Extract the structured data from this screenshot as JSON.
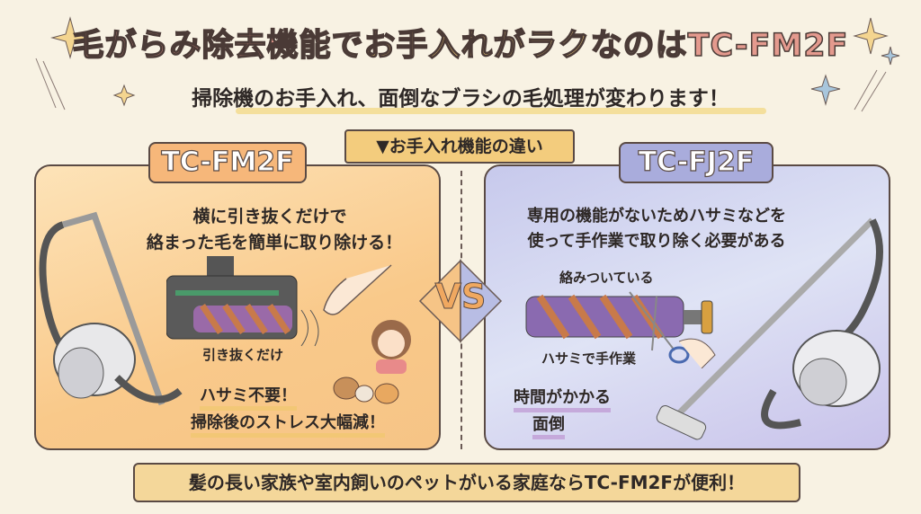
{
  "title": {
    "part1": "毛がらみ除去機能",
    "part2": "で",
    "part3": "お手入れがラク",
    "part4": "なのは",
    "part5": "TC-FM2F"
  },
  "subtitle": "掃除機のお手入れ、面倒なブラシの毛処理が変わります！",
  "ribbon": "▼お手入れ機能の違い",
  "vs": "VS",
  "left": {
    "model": "TC-FM2F",
    "headline1": "横に引き抜くだけで",
    "headline2": "絡まった毛を簡単に取り除ける！",
    "caption": "引き抜くだけ",
    "point1": "ハサミ不要！",
    "point2": "掃除後のストレス大幅減！"
  },
  "right": {
    "model": "TC-FJ2F",
    "headline1": "専用の機能がないためハサミなどを",
    "headline2": "使って手作業で取り除く必要がある",
    "caption_top": "絡みついている",
    "caption_bottom": "ハサミで手作業",
    "point1": "時間がかかる",
    "point2": "面倒"
  },
  "bottom": "髪の長い家族や室内飼いのペットがいる家庭ならTC-FM2Fが便利！",
  "colors": {
    "left_panel": "#f9c98a",
    "right_panel": "#c7c9ec",
    "banner": "#f4d79a"
  }
}
